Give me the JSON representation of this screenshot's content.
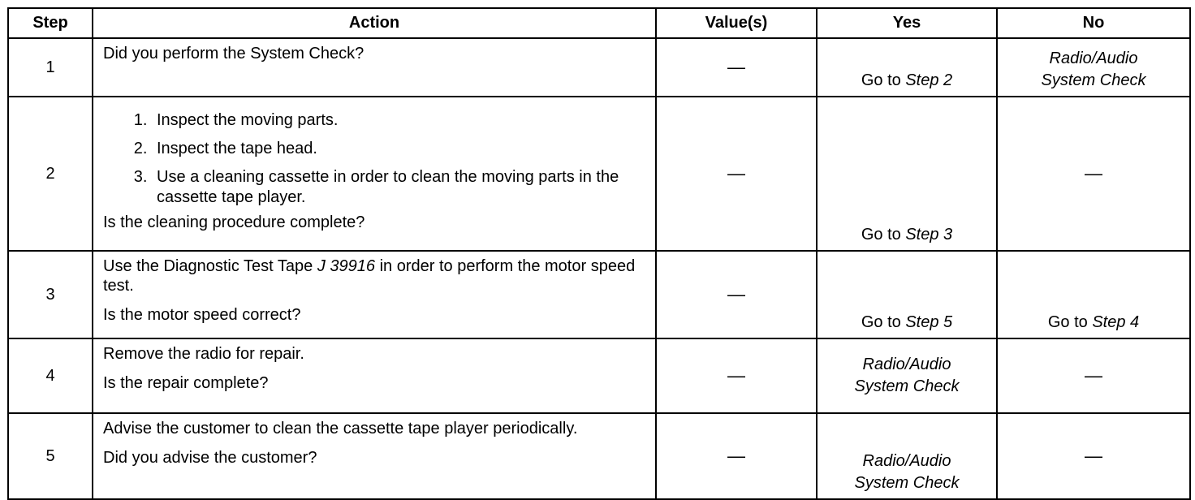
{
  "headers": {
    "step": "Step",
    "action": "Action",
    "values": "Value(s)",
    "yes": "Yes",
    "no": "No"
  },
  "dash": "—",
  "rows": [
    {
      "step": "1",
      "action": {
        "question": "Did you perform the System Check?"
      },
      "yes": {
        "prefix": "Go to ",
        "ref": "Step 2"
      },
      "no": {
        "line1": "Radio/Audio",
        "line2": "System Check"
      }
    },
    {
      "step": "2",
      "action": {
        "items": [
          "Inspect the moving parts.",
          "Inspect the tape head.",
          "Use a cleaning cassette in order to clean the moving parts in the cassette tape player."
        ],
        "question": "Is the cleaning procedure complete?"
      },
      "yes": {
        "prefix": "Go to ",
        "ref": "Step 3"
      }
    },
    {
      "step": "3",
      "action": {
        "text_before": "Use the Diagnostic Test Tape ",
        "tool": "J 39916",
        "text_after": " in order to perform the motor speed test.",
        "question": "Is the motor speed correct?"
      },
      "yes": {
        "prefix": "Go to ",
        "ref": "Step 5"
      },
      "no": {
        "prefix": "Go to ",
        "ref": "Step 4"
      }
    },
    {
      "step": "4",
      "action": {
        "instruction": "Remove the radio for repair.",
        "question": "Is the repair complete?"
      },
      "yes": {
        "line1": "Radio/Audio",
        "line2": "System Check"
      }
    },
    {
      "step": "5",
      "action": {
        "instruction": "Advise the customer to clean the cassette tape player periodically.",
        "question": "Did you advise the customer?"
      },
      "yes": {
        "line1": "Radio/Audio",
        "line2": "System Check"
      }
    }
  ]
}
